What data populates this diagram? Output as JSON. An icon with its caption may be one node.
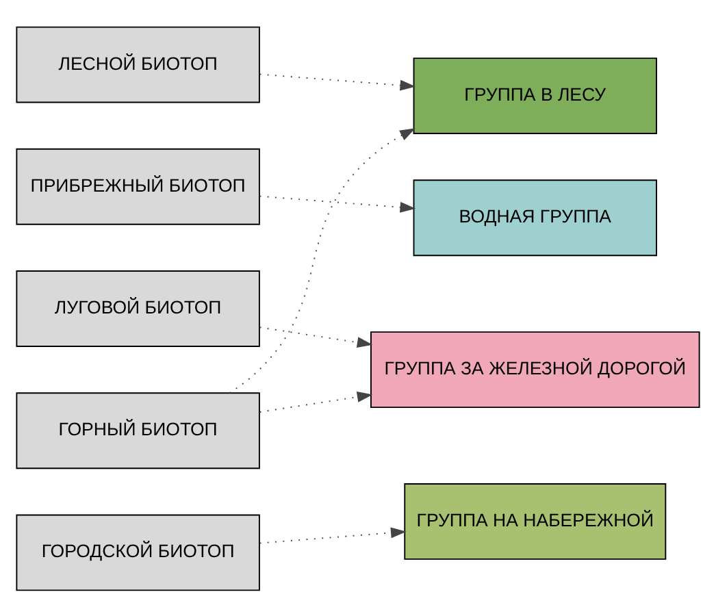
{
  "diagram": {
    "nodes": [
      {
        "text": [
          "ЛЕСНОЙ БИОТОП"
        ]
      },
      {
        "text": [
          "ПРИБРЕЖНЫЙ БИОТОП"
        ]
      },
      {
        "text": [
          "ЛУГОВОЙ БИОТОП"
        ]
      },
      {
        "text": [
          "ГОРНЫЙ БИОТОП"
        ]
      },
      {
        "text": [
          "ГОРОДСКОЙ БИОТОП"
        ]
      },
      {
        "text": [
          "ГРУППА В ЛЕСУ"
        ]
      },
      {
        "text": [
          "ВОДНАЯ ГРУППА"
        ]
      },
      {
        "text": [
          "ГРУППА ЗА ЖЕЛЕЗНОЙ ДОРОГОЙ"
        ]
      },
      {
        "text": [
          "ГРУППА НА НАБЕРЕЖНОЙ"
        ]
      }
    ],
    "edges": [
      {
        "from": 0,
        "to": 5,
        "arrow": "to",
        "style": "dashed"
      },
      {
        "from": 1,
        "to": 6,
        "arrow": "to",
        "style": "dashed"
      },
      {
        "from": 2,
        "to": 7,
        "arrow": "to",
        "style": "dashed"
      },
      {
        "from": 3,
        "to": 5,
        "arrow": "to",
        "style": "dashed"
      },
      {
        "from": 3,
        "to": 7,
        "arrow": "to",
        "style": "dashed"
      },
      {
        "from": 4,
        "to": 8,
        "arrow": "to",
        "style": "dashed"
      }
    ]
  }
}
